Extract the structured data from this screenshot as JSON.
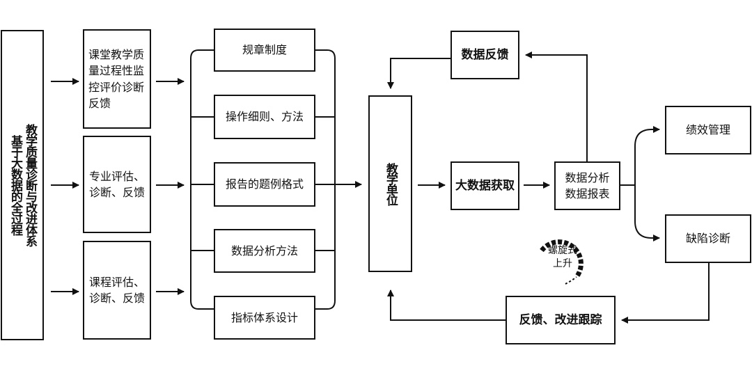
{
  "left_title": {
    "line1": "基于大数据的全过程",
    "line2": "教学质量诊断与改进体系"
  },
  "monitor_boxes": [
    {
      "id": "process",
      "label": "课堂教学质\n量过程性监\n控评价诊断\n反馈"
    },
    {
      "id": "major",
      "label": "专业评估、\n诊断、反馈"
    },
    {
      "id": "course",
      "label": "课程评估、\n诊断、反馈"
    }
  ],
  "method_boxes": [
    {
      "id": "rules",
      "label": "规章制度"
    },
    {
      "id": "rules-detail",
      "label": "操作细则、方法"
    },
    {
      "id": "report-format",
      "label": "报告的题例格式"
    },
    {
      "id": "analysis-method",
      "label": "数据分析方法"
    },
    {
      "id": "indicator-design",
      "label": "指标体系设计"
    }
  ],
  "unit": {
    "label": "教学单位"
  },
  "bigdata": {
    "label": "大数据获取"
  },
  "analysis": {
    "label": "数据分析\n数据报表"
  },
  "feedback_top": {
    "label": "数据反馈"
  },
  "performance": {
    "label": "绩效管理"
  },
  "defect": {
    "label": "缺陷诊断"
  },
  "feedback_bottom": {
    "label": "反馈、改进跟踪"
  },
  "spiral": {
    "label": "螺旋式\n上升"
  }
}
